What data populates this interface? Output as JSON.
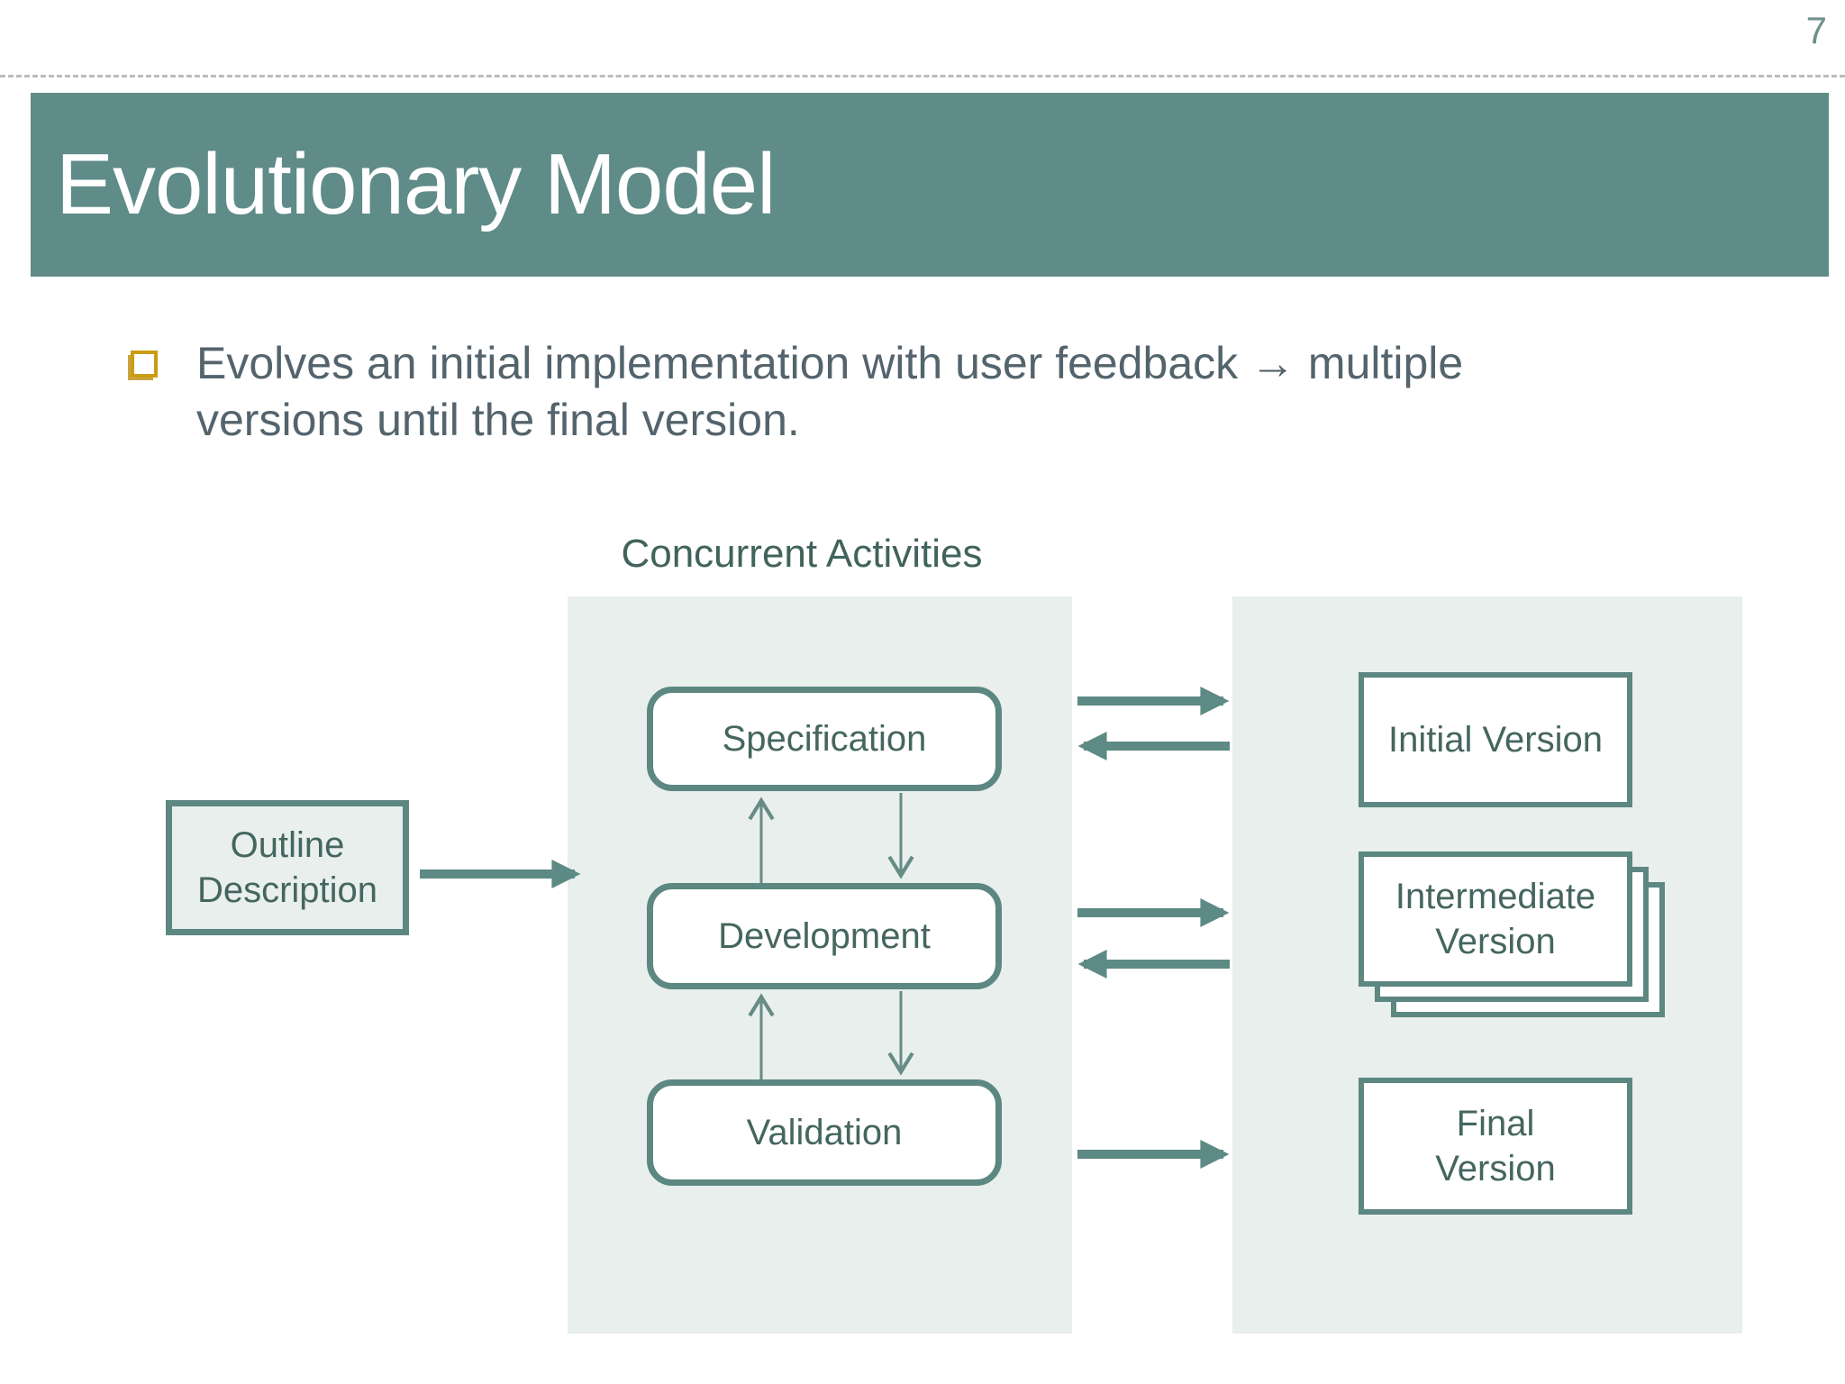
{
  "page_number": "7",
  "title": "Evolutionary Model",
  "bullet": {
    "text": "Evolves an initial implementation with user feedback → multiple\nversions until the final version."
  },
  "diagram": {
    "caption": "Concurrent Activities",
    "outline_label": "Outline\nDescription",
    "activities": [
      "Specification",
      "Development",
      "Validation"
    ],
    "versions": [
      "Initial Version",
      "Intermediate\nVersion",
      "Final\nVersion"
    ]
  },
  "colors": {
    "header_teal": "#5f8b88",
    "box_border_teal": "#5d8781",
    "arrow_teal": "#5d8a84",
    "panel_background": "#e8efed",
    "diagram_text": "#45665f",
    "body_text": "#54646d",
    "bullet_gold": "#cc9c13",
    "page_number_gray": "#6e908c",
    "dash_line_gray": "#b9bdbe"
  }
}
